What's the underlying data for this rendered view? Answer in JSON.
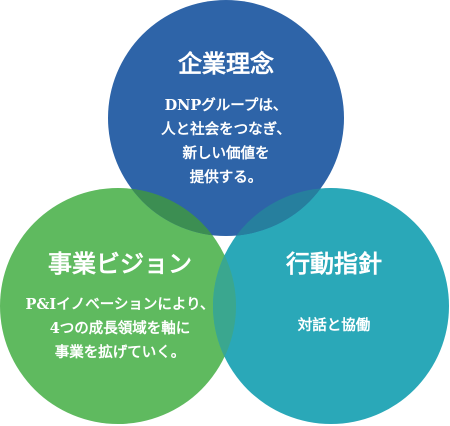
{
  "diagram": {
    "circles": [
      {
        "id": "philosophy",
        "title": "企業理念",
        "lines": [
          "DNPグループは、",
          "人と社会をつなぎ、",
          "新しい価値を",
          "提供する。"
        ],
        "color": "#2e64a8"
      },
      {
        "id": "vision",
        "title": "事業ビジョン",
        "lines": [
          "P&Iイノベーションにより、",
          "4つの成長領域を軸に",
          "事業を拡げていく。"
        ],
        "color": "#5fba5f"
      },
      {
        "id": "guidelines",
        "title": "行動指針",
        "lines": [
          "対話と協働"
        ],
        "color": "#2aa8b8"
      }
    ],
    "overlap_colors": {
      "philosophy_vision": "#3c8e52",
      "philosophy_guidelines": "#267f9e",
      "vision_guidelines": "#3aa78f",
      "center": "#1f4f5f"
    }
  }
}
